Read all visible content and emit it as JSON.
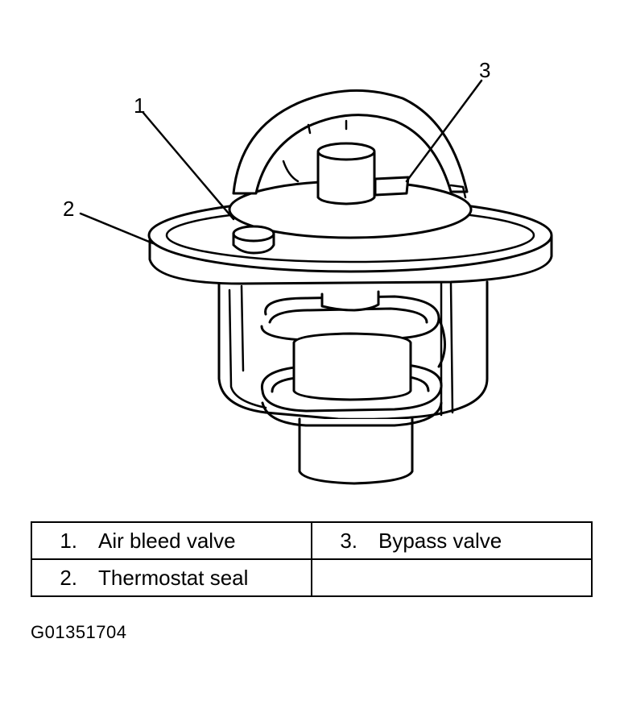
{
  "diagram": {
    "callouts": [
      {
        "label": "1"
      },
      {
        "label": "2"
      },
      {
        "label": "3"
      }
    ]
  },
  "legend": {
    "rows": [
      [
        {
          "num": "1.",
          "text": "Air bleed valve"
        },
        {
          "num": "3.",
          "text": "Bypass valve"
        }
      ],
      [
        {
          "num": "2.",
          "text": "Thermostat seal"
        },
        {
          "num": "",
          "text": ""
        }
      ]
    ]
  },
  "figure_id": "G01351704"
}
